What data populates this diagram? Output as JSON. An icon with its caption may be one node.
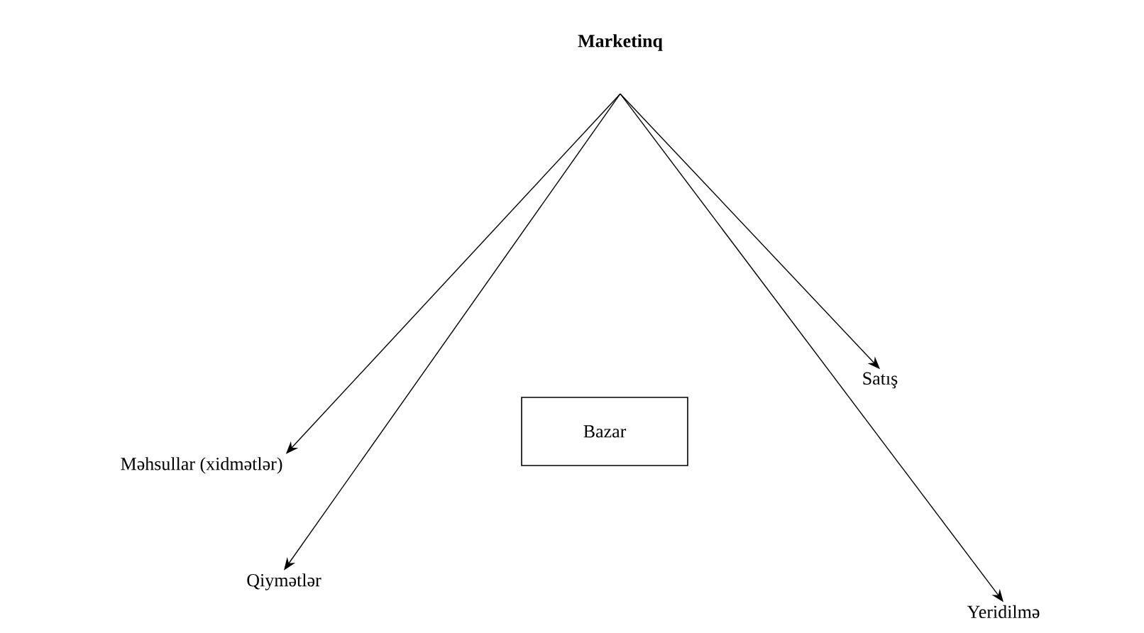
{
  "diagram": {
    "nodes": [
      {
        "text": [
          "Marketinq"
        ]
      },
      {
        "text": [
          "Məhsullar (xidmətlər)"
        ]
      },
      {
        "text": [
          "Satış"
        ]
      },
      {
        "text": [
          "Bazar"
        ]
      },
      {
        "text": [
          "Qiymətlər"
        ]
      },
      {
        "text": [
          "Yeridilmə"
        ]
      }
    ],
    "edges": [
      {
        "from": 0,
        "to": 1,
        "arrow": "to"
      },
      {
        "from": 0,
        "to": 2,
        "arrow": "to"
      },
      {
        "from": 0,
        "to": 4,
        "arrow": "to"
      },
      {
        "from": 0,
        "to": 5,
        "arrow": "to"
      }
    ]
  }
}
